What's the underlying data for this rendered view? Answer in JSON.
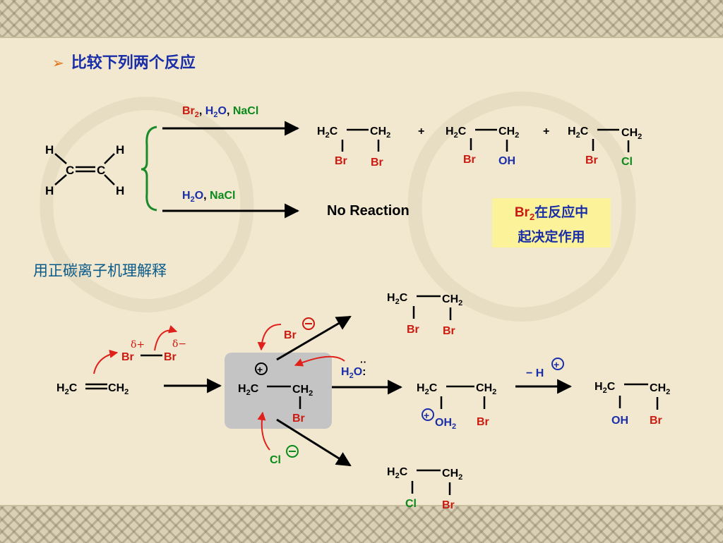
{
  "slide": {
    "heading": "比较下列两个反应",
    "subheading": "用正碳离子机理解释",
    "callout_line1_suffix": "在反应中",
    "callout_line2": "起决定作用"
  },
  "reaction1": {
    "reagent_br2": "Br",
    "reagent_h2o": "H",
    "reagent_nacl": "NaCl"
  },
  "reaction2": {
    "reagent_h2o": "H",
    "reagent_nacl": "NaCl",
    "result": "No Reaction"
  },
  "mechanism": {
    "delta_plus": "δ+",
    "delta_minus": "δ−",
    "loss": "− H"
  },
  "atoms": {
    "H": "H",
    "C": "C",
    "Br": "Br",
    "OH": "OH",
    "Cl": "Cl",
    "O": "O",
    "plus": "+"
  },
  "colors": {
    "br": "#cc1a10",
    "oxygen": "#1a2ea8",
    "chlorine": "#0a8a1a",
    "bracket": "#1a8a2a",
    "arrow_red": "#e0201a",
    "carbocation_box": "#c4c4c4"
  }
}
